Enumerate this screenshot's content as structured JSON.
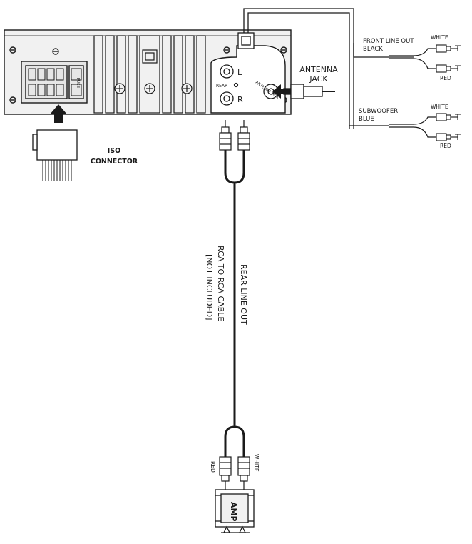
{
  "labels": {
    "front_line_out": "FRONT LINE OUT",
    "front_color": "BLACK",
    "front_white": "WHITE",
    "front_red": "RED",
    "subwoofer": "SUBWOOFER",
    "sub_color": "BLUE",
    "sub_white": "WHITE",
    "sub_red": "RED",
    "antenna_line1": "ANTENNA",
    "antenna_line2": "JACK",
    "antenna_jack_small": "ANTENNA JACK",
    "rear": "REAR",
    "rear_l": "L",
    "rear_r": "R",
    "iso_line1": "ISO",
    "iso_line2": "CONNECTOR",
    "iso_fuse": "FUSE",
    "rear_line_out": "REAR LINE OUT",
    "rca_cable": "RCA TO RCA CABLE",
    "not_included": "[NOT INCLUDED]",
    "amp": "AMP",
    "amp_red": "RED",
    "amp_white": "WHITE"
  },
  "colors": {
    "line": "#1a1a1a",
    "background": "#ffffff",
    "unit_fill": "#f1f1f1"
  }
}
